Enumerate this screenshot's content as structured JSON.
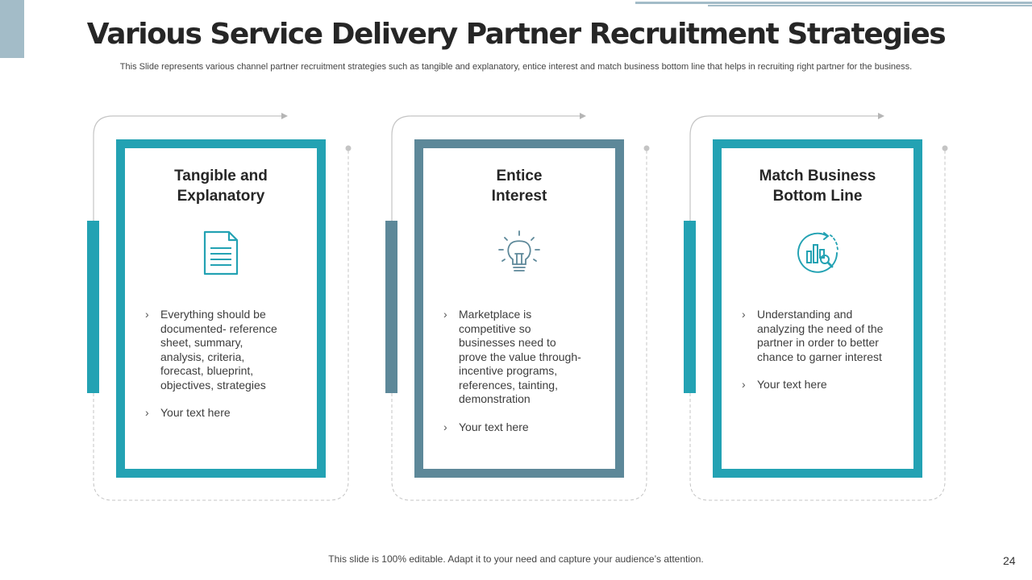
{
  "title": "Various Service Delivery Partner Recruitment Strategies",
  "subtitle": "This Slide represents various channel partner recruitment strategies such as tangible and explanatory, entice interest and match business bottom line that helps in recruiting right partner for the business.",
  "cards": [
    {
      "title_line1": "Tangible and",
      "title_line2": "Explanatory",
      "icon": "document-icon",
      "bullets": [
        [
          "Everything should be",
          "documented- reference",
          "sheet, summary,",
          "analysis, criteria,",
          "forecast, blueprint,",
          "objectives, strategies"
        ],
        [
          "Your text here"
        ]
      ]
    },
    {
      "title_line1": "Entice",
      "title_line2": "Interest",
      "icon": "lightbulb-icon",
      "bullets": [
        [
          "Marketplace is",
          "competitive so",
          "businesses need to",
          "prove the value through-",
          "incentive programs,",
          "references, tainting,",
          "demonstration"
        ],
        [
          "Your text here"
        ]
      ]
    },
    {
      "title_line1": "Match Business",
      "title_line2": "Bottom Line",
      "icon": "bar-chart-magnifier-icon",
      "bullets": [
        [
          "Understanding and",
          "analyzing the need of the",
          "partner in order to better",
          "chance to garner interest"
        ],
        [
          "Your text here"
        ]
      ]
    }
  ],
  "colors": {
    "teal": "#23a2b3",
    "slate": "#5d8899",
    "accent_light": "#a3bcc8"
  },
  "bullet_glyph": "›",
  "footer": "This slide is 100% editable. Adapt it to your need and capture your audience’s attention.",
  "page_number": "24"
}
